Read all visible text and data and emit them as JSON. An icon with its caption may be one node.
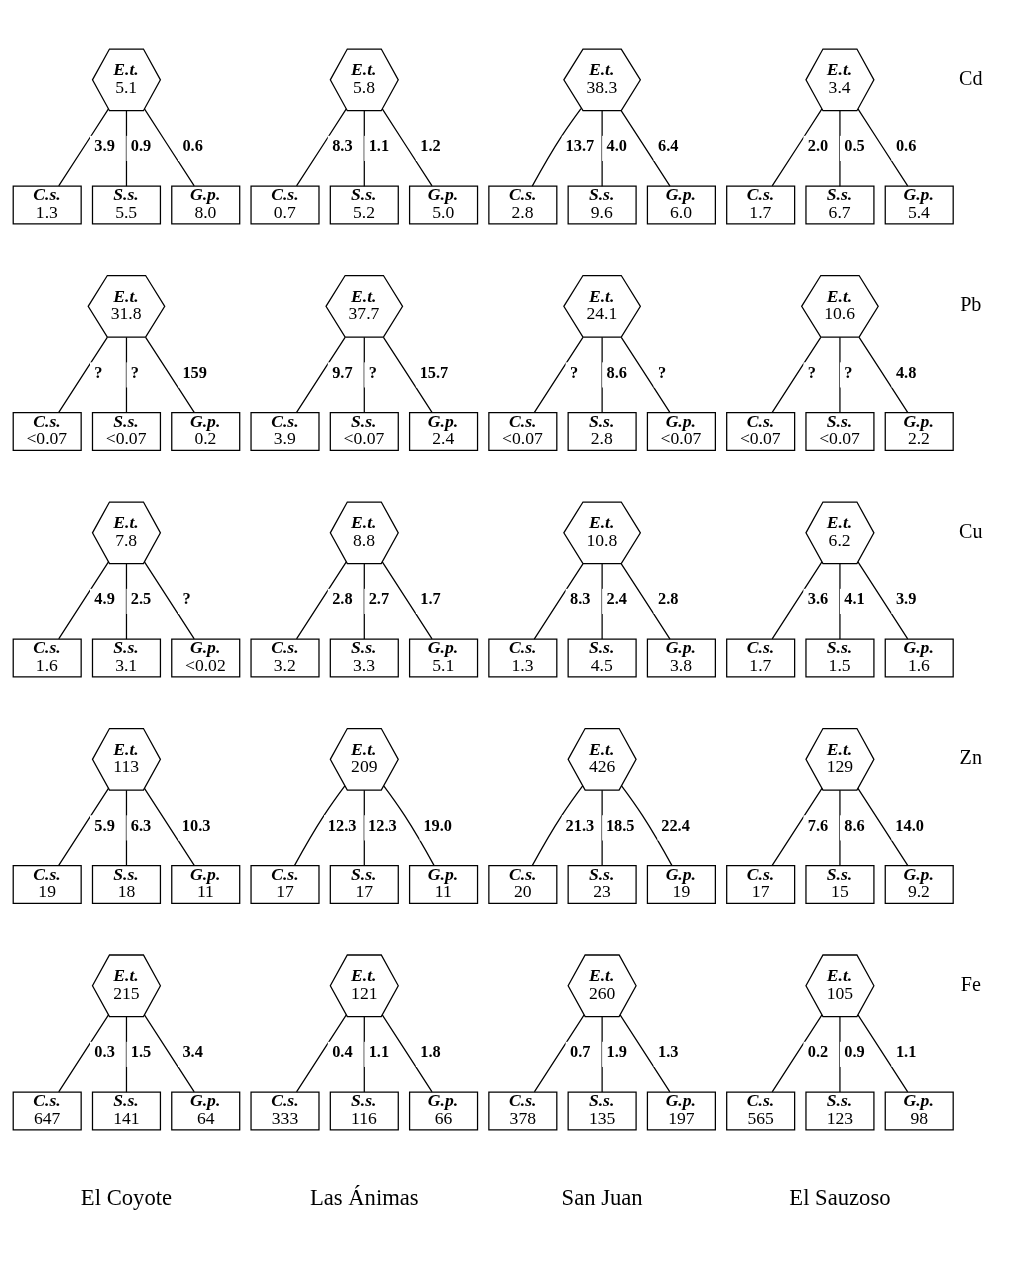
{
  "diagram": {
    "nodes": [
      {
        "text": [
          "E.t.",
          "5.1"
        ]
      },
      {
        "text": [
          "C.s.",
          "1.3"
        ]
      },
      {
        "text": [
          "S.s.",
          "5.5"
        ]
      },
      {
        "text": [
          "G.p.",
          "8.0"
        ]
      },
      {
        "text": [
          "E.t.",
          "5.8"
        ]
      },
      {
        "text": [
          "C.s.",
          "0.7"
        ]
      },
      {
        "text": [
          "S.s.",
          "5.2"
        ]
      },
      {
        "text": [
          "G.p.",
          "5.0"
        ]
      },
      {
        "text": [
          "E.t.",
          "38.3"
        ]
      },
      {
        "text": [
          "C.s.",
          "2.8"
        ]
      },
      {
        "text": [
          "S.s.",
          "9.6"
        ]
      },
      {
        "text": [
          "G.p.",
          "6.0"
        ]
      },
      {
        "text": [
          "E.t.",
          "3.4"
        ]
      },
      {
        "text": [
          "C.s.",
          "1.7"
        ]
      },
      {
        "text": [
          "S.s.",
          "6.7"
        ]
      },
      {
        "text": [
          "G.p.",
          "5.4"
        ]
      },
      {
        "text": [
          "E.t.",
          "31.8"
        ]
      },
      {
        "text": [
          "C.s.",
          "<0.07"
        ]
      },
      {
        "text": [
          "S.s.",
          "<0.07"
        ]
      },
      {
        "text": [
          "G.p.",
          "0.2"
        ]
      },
      {
        "text": [
          "E.t.",
          "37.7"
        ]
      },
      {
        "text": [
          "C.s.",
          "3.9"
        ]
      },
      {
        "text": [
          "S.s.",
          "<0.07"
        ]
      },
      {
        "text": [
          "G.p.",
          "2.4"
        ]
      },
      {
        "text": [
          "E.t.",
          "24.1"
        ]
      },
      {
        "text": [
          "C.s.",
          "<0.07"
        ]
      },
      {
        "text": [
          "S.s.",
          "2.8"
        ]
      },
      {
        "text": [
          "G.p.",
          "<0.07"
        ]
      },
      {
        "text": [
          "E.t.",
          "10.6"
        ]
      },
      {
        "text": [
          "C.s.",
          "<0.07"
        ]
      },
      {
        "text": [
          "S.s.",
          "<0.07"
        ]
      },
      {
        "text": [
          "G.p.",
          "2.2"
        ]
      },
      {
        "text": [
          "E.t.",
          "7.8"
        ]
      },
      {
        "text": [
          "C.s.",
          "1.6"
        ]
      },
      {
        "text": [
          "S.s.",
          "3.1"
        ]
      },
      {
        "text": [
          "G.p.",
          "<0.02"
        ]
      },
      {
        "text": [
          "E.t.",
          "8.8"
        ]
      },
      {
        "text": [
          "C.s.",
          "3.2"
        ]
      },
      {
        "text": [
          "S.s.",
          "3.3"
        ]
      },
      {
        "text": [
          "G.p.",
          "5.1"
        ]
      },
      {
        "text": [
          "E.t.",
          "10.8"
        ]
      },
      {
        "text": [
          "C.s.",
          "1.3"
        ]
      },
      {
        "text": [
          "S.s.",
          "4.5"
        ]
      },
      {
        "text": [
          "G.p.",
          "3.8"
        ]
      },
      {
        "text": [
          "E.t.",
          "6.2"
        ]
      },
      {
        "text": [
          "C.s.",
          "1.7"
        ]
      },
      {
        "text": [
          "S.s.",
          "1.5"
        ]
      },
      {
        "text": [
          "G.p.",
          "1.6"
        ]
      },
      {
        "text": [
          "E.t.",
          "113"
        ]
      },
      {
        "text": [
          "C.s.",
          "19"
        ]
      },
      {
        "text": [
          "S.s.",
          "18"
        ]
      },
      {
        "text": [
          "G.p.",
          "11"
        ]
      },
      {
        "text": [
          "E.t.",
          "209"
        ]
      },
      {
        "text": [
          "C.s.",
          "17"
        ]
      },
      {
        "text": [
          "S.s.",
          "17"
        ]
      },
      {
        "text": [
          "G.p.",
          "11"
        ]
      },
      {
        "text": [
          "E.t.",
          "426"
        ]
      },
      {
        "text": [
          "C.s.",
          "20"
        ]
      },
      {
        "text": [
          "S.s.",
          "23"
        ]
      },
      {
        "text": [
          "G.p.",
          "19"
        ]
      },
      {
        "text": [
          "E.t.",
          "129"
        ]
      },
      {
        "text": [
          "C.s.",
          "17"
        ]
      },
      {
        "text": [
          "S.s.",
          "15"
        ]
      },
      {
        "text": [
          "G.p.",
          "9.2"
        ]
      },
      {
        "text": [
          "E.t.",
          "215"
        ]
      },
      {
        "text": [
          "C.s.",
          "647"
        ]
      },
      {
        "text": [
          "S.s.",
          "141"
        ]
      },
      {
        "text": [
          "G.p.",
          "64"
        ]
      },
      {
        "text": [
          "E.t.",
          "121"
        ]
      },
      {
        "text": [
          "C.s.",
          "333"
        ]
      },
      {
        "text": [
          "S.s.",
          "116"
        ]
      },
      {
        "text": [
          "G.p.",
          "66"
        ]
      },
      {
        "text": [
          "E.t.",
          "260"
        ]
      },
      {
        "text": [
          "C.s.",
          "378"
        ]
      },
      {
        "text": [
          "S.s.",
          "135"
        ]
      },
      {
        "text": [
          "G.p.",
          "197"
        ]
      },
      {
        "text": [
          "E.t.",
          "105"
        ]
      },
      {
        "text": [
          "C.s.",
          "565"
        ]
      },
      {
        "text": [
          "S.s.",
          "123"
        ]
      },
      {
        "text": [
          "G.p.",
          "98"
        ]
      }
    ],
    "edges": [
      {
        "from": 0,
        "to": 1,
        "arrow": "none",
        "label": "3.9"
      },
      {
        "from": 0,
        "to": 2,
        "arrow": "none",
        "label": "0.9"
      },
      {
        "from": 0,
        "to": 3,
        "arrow": "none",
        "label": "0.6"
      },
      {
        "from": 4,
        "to": 5,
        "arrow": "none",
        "label": "8.3"
      },
      {
        "from": 4,
        "to": 6,
        "arrow": "none",
        "label": "1.1"
      },
      {
        "from": 4,
        "to": 7,
        "arrow": "none",
        "label": "1.2"
      },
      {
        "from": 8,
        "to": 9,
        "arrow": "none",
        "label": "13.7"
      },
      {
        "from": 8,
        "to": 10,
        "arrow": "none",
        "label": "4.0"
      },
      {
        "from": 8,
        "to": 11,
        "arrow": "none",
        "label": "6.4"
      },
      {
        "from": 12,
        "to": 13,
        "arrow": "none",
        "label": "2.0"
      },
      {
        "from": 12,
        "to": 14,
        "arrow": "none",
        "label": "0.5"
      },
      {
        "from": 12,
        "to": 15,
        "arrow": "none",
        "label": "0.6"
      },
      {
        "from": 16,
        "to": 17,
        "arrow": "none",
        "label": "?"
      },
      {
        "from": 16,
        "to": 18,
        "arrow": "none",
        "label": "?"
      },
      {
        "from": 16,
        "to": 19,
        "arrow": "none",
        "label": "159"
      },
      {
        "from": 20,
        "to": 21,
        "arrow": "none",
        "label": "9.7"
      },
      {
        "from": 20,
        "to": 22,
        "arrow": "none",
        "label": "?"
      },
      {
        "from": 20,
        "to": 23,
        "arrow": "none",
        "label": "15.7"
      },
      {
        "from": 24,
        "to": 25,
        "arrow": "none",
        "label": "?"
      },
      {
        "from": 24,
        "to": 26,
        "arrow": "none",
        "label": "8.6"
      },
      {
        "from": 24,
        "to": 27,
        "arrow": "none",
        "label": "?"
      },
      {
        "from": 28,
        "to": 29,
        "arrow": "none",
        "label": "?"
      },
      {
        "from": 28,
        "to": 30,
        "arrow": "none",
        "label": "?"
      },
      {
        "from": 28,
        "to": 31,
        "arrow": "none",
        "label": "4.8"
      },
      {
        "from": 32,
        "to": 33,
        "arrow": "none",
        "label": "4.9"
      },
      {
        "from": 32,
        "to": 34,
        "arrow": "none",
        "label": "2.5"
      },
      {
        "from": 32,
        "to": 35,
        "arrow": "none",
        "label": "?"
      },
      {
        "from": 36,
        "to": 37,
        "arrow": "none",
        "label": "2.8"
      },
      {
        "from": 36,
        "to": 38,
        "arrow": "none",
        "label": "2.7"
      },
      {
        "from": 36,
        "to": 39,
        "arrow": "none",
        "label": "1.7"
      },
      {
        "from": 40,
        "to": 41,
        "arrow": "none",
        "label": "8.3"
      },
      {
        "from": 40,
        "to": 42,
        "arrow": "none",
        "label": "2.4"
      },
      {
        "from": 40,
        "to": 43,
        "arrow": "none",
        "label": "2.8"
      },
      {
        "from": 44,
        "to": 45,
        "arrow": "none",
        "label": "3.6"
      },
      {
        "from": 44,
        "to": 46,
        "arrow": "none",
        "label": "4.1"
      },
      {
        "from": 44,
        "to": 47,
        "arrow": "none",
        "label": "3.9"
      },
      {
        "from": 48,
        "to": 49,
        "arrow": "none",
        "label": "5.9"
      },
      {
        "from": 48,
        "to": 50,
        "arrow": "none",
        "label": "6.3"
      },
      {
        "from": 48,
        "to": 51,
        "arrow": "none",
        "label": "10.3"
      },
      {
        "from": 52,
        "to": 53,
        "arrow": "none",
        "label": "12.3"
      },
      {
        "from": 52,
        "to": 54,
        "arrow": "none",
        "label": "12.3"
      },
      {
        "from": 52,
        "to": 55,
        "arrow": "none",
        "label": "19.0"
      },
      {
        "from": 56,
        "to": 57,
        "arrow": "none",
        "label": "21.3"
      },
      {
        "from": 56,
        "to": 58,
        "arrow": "none",
        "label": "18.5"
      },
      {
        "from": 56,
        "to": 59,
        "arrow": "none",
        "label": "22.4"
      },
      {
        "from": 60,
        "to": 61,
        "arrow": "none",
        "label": "7.6"
      },
      {
        "from": 60,
        "to": 62,
        "arrow": "none",
        "label": "8.6"
      },
      {
        "from": 60,
        "to": 63,
        "arrow": "none",
        "label": "14.0"
      },
      {
        "from": 64,
        "to": 65,
        "arrow": "none",
        "label": "0.3"
      },
      {
        "from": 64,
        "to": 66,
        "arrow": "none",
        "label": "1.5"
      },
      {
        "from": 64,
        "to": 67,
        "arrow": "none",
        "label": "3.4"
      },
      {
        "from": 68,
        "to": 69,
        "arrow": "none",
        "label": "0.4"
      },
      {
        "from": 68,
        "to": 70,
        "arrow": "none",
        "label": "1.1"
      },
      {
        "from": 68,
        "to": 71,
        "arrow": "none",
        "label": "1.8"
      },
      {
        "from": 72,
        "to": 73,
        "arrow": "none",
        "label": "0.7"
      },
      {
        "from": 72,
        "to": 74,
        "arrow": "none",
        "label": "1.9"
      },
      {
        "from": 72,
        "to": 75,
        "arrow": "none",
        "label": "1.3"
      },
      {
        "from": 76,
        "to": 77,
        "arrow": "none",
        "label": "0.2"
      },
      {
        "from": 76,
        "to": 78,
        "arrow": "none",
        "label": "0.9"
      },
      {
        "from": 76,
        "to": 79,
        "arrow": "none",
        "label": "1.1"
      }
    ],
    "labels": [
      "Cd",
      "Pb",
      "Cu",
      "Zn",
      "Fe",
      "El Coyote",
      "Las Ánimas",
      "San Juan",
      "El Sauzoso"
    ]
  }
}
